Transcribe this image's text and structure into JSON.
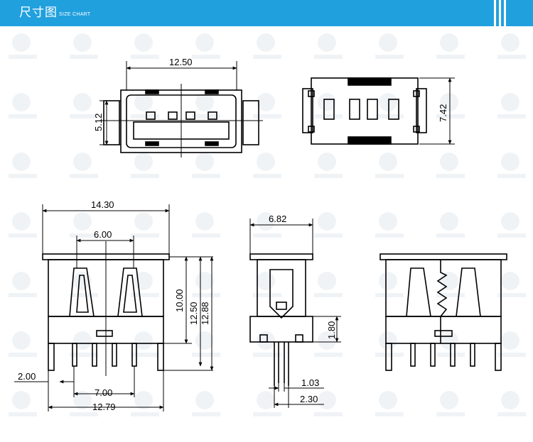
{
  "header": {
    "title_zh": "尺寸图",
    "title_en": "SIZE CHART",
    "background": "#21a0de"
  },
  "dimensions": {
    "top_view_width": "12.50",
    "top_view_height": "5.12",
    "back_view_height": "7.42",
    "front_overall_width": "14.30",
    "front_inner_width": "6.00",
    "front_height_a": "10.00",
    "front_height_b": "12.50",
    "front_height_c": "12.88",
    "front_offset_left": "2.00",
    "front_pin_pitch": "7.00",
    "front_bottom_width": "12.79",
    "side_width": "6.82",
    "side_pin_height": "1.80",
    "side_pin_thickness": "1.03",
    "side_pin_span": "2.30"
  }
}
